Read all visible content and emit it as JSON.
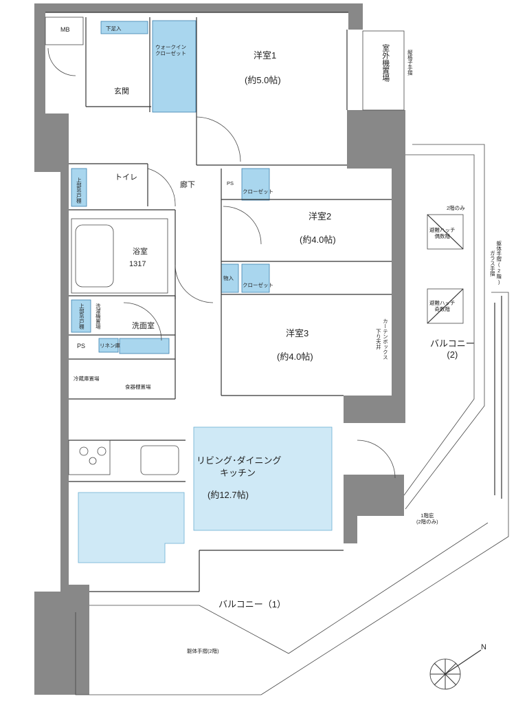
{
  "rooms": {
    "mb": "MB",
    "genkan": "玄関",
    "shitaashiire": "下足入",
    "walkin": "ウォークイン\nクローゼット",
    "yoshitsu1": "洋室1",
    "yoshitsu1_size": "(約5.0帖)",
    "shitsugaiki": "室外機置場",
    "tategoshi": "縦格子手摺",
    "toilet": "トイレ",
    "ukamidana_top": "上部吊戸棚",
    "rouka": "廊下",
    "ps1": "PS",
    "closet1": "クローゼット",
    "yoshitsu2": "洋室2",
    "yoshitsu2_size": "(約4.0帖)",
    "yokushitsu": "浴室",
    "yokushitsu_size": "1317",
    "monoire": "物入",
    "closet2": "クローゼット",
    "yoshitsu3": "洋室3",
    "yoshitsu3_size": "(約4.0帖)",
    "curtain": "カーテンボックス",
    "sagari": "下り天井",
    "ukamidana2": "上部吊戸棚",
    "sentakuki": "洗濯機置場",
    "senmenjo": "洗面室",
    "ps2": "PS",
    "linen": "リネン庫",
    "reizouko": "冷蔵庫置場",
    "shokkidana": "食器棚置場",
    "ldk_line1": "リビング･ダイニング",
    "ldk_line2": "キッチン",
    "ldk_size": "(約12.7帖)",
    "balcony1": "バルコニー（1）",
    "balcony2": "バルコニー\n(2)",
    "hinan_g": "避難ハッチ\n偶数階",
    "hinan_k": "避難ハッチ\n奇数階",
    "second_only": "2階のみ",
    "kutai_glass": "躯体手摺(2階)\nガラス手摺",
    "first_floor": "1階庇\n(2階のみ)",
    "kutai2": "躯体手摺(2階)",
    "north": "N"
  }
}
